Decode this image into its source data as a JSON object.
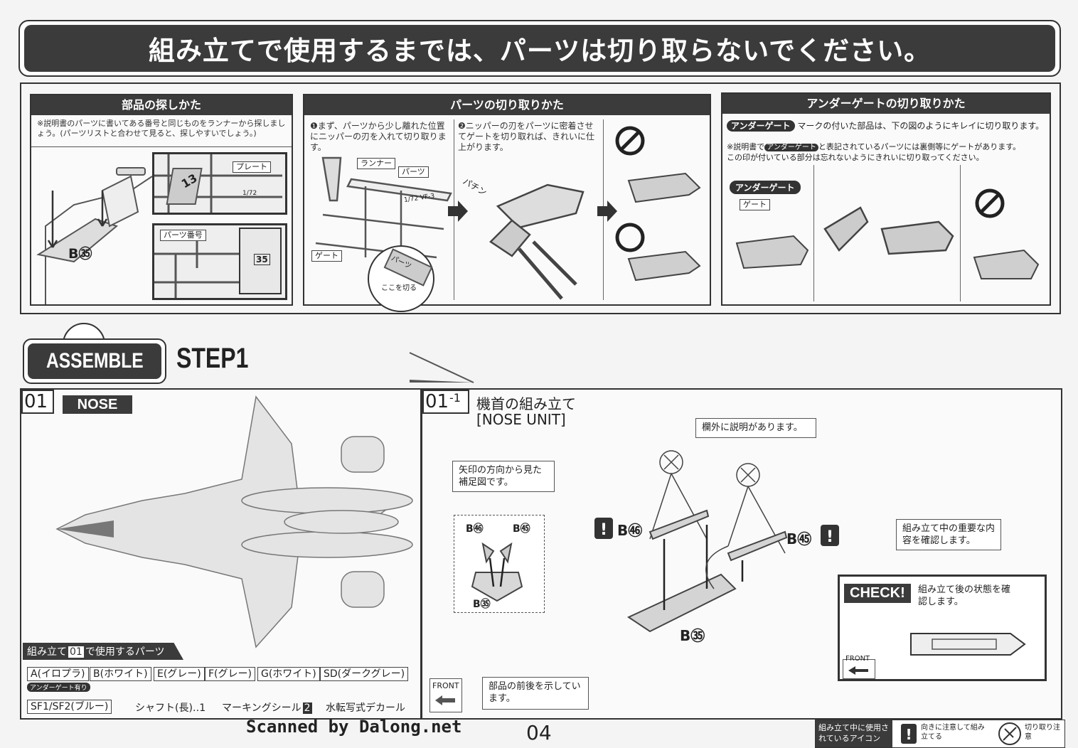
{
  "banner": {
    "text": "組み立てで使用するまでは、パーツは切り取らないでください。"
  },
  "panel1": {
    "title": "部品の探しかた",
    "desc": "※説明書のパーツに書いてある番号と同じものをランナーから探しましょう。(パーツリストと合わせて見ると、探しやすいでしょう。)",
    "label_plate": "プレート",
    "label_part_number": "パーツ番号",
    "part_code": "B㉟",
    "runner_number": "13",
    "runner_scale": "1/72",
    "part_number_mark": "35"
  },
  "panel2": {
    "title": "パーツの切り取りかた",
    "step1": "❶まず、パーツから少し離れた位置にニッパーの刃を入れて切り取ります。",
    "step2": "❷ニッパーの刃をパーツに密着させてゲートを切り取れば、きれいに仕上がります。",
    "label_runner": "ランナー",
    "label_parts": "パーツ",
    "label_gate": "ゲート",
    "label_cut_here": "ここを切る",
    "label_parts_inner": "パーツ",
    "runner_scale": "1/72 VF-3",
    "snap": "パチン"
  },
  "panel3": {
    "title": "アンダーゲートの切り取りかた",
    "line1_badge": "アンダーゲート",
    "line1_text": "マークの付いた部品は、下の図のようにキレイに切り取ります。",
    "line2_prefix": "※説明書で",
    "line2_badge": "アンダーゲート",
    "line2_text": "と表記されているパーツには裏側等にゲートがあります。",
    "line3": "この印が付いている部分は忘れないようにきれいに切り取ってください。",
    "badge_under_gate": "アンダーゲート",
    "label_gate": "ゲート"
  },
  "assemble": {
    "badge": "ASSEMBLE",
    "step": "STEP1"
  },
  "section01": {
    "num": "01",
    "name": "NOSE",
    "parts_header": "組み立て",
    "parts_header_num": "01",
    "parts_header_suffix": "で使用するパーツ",
    "parts": [
      "A(イロプラ)",
      "B(ホワイト)",
      "E(グレー)",
      "F(グレー)",
      "G(ホワイト)",
      "SD(ダークグレー)"
    ],
    "under_gate_note": "アンダーゲート有り",
    "parts2": [
      "SF1/SF2(ブルー)"
    ],
    "shaft": "シャフト(長)‥1",
    "marking": "マーキングシール",
    "marking_num": "2",
    "decal": "水転写式デカール"
  },
  "section011": {
    "num": "01",
    "sub": "-1",
    "title_jp": "機首の組み立て",
    "title_en": "[NOSE UNIT]",
    "note_outside": "欄外に説明があります。",
    "note_arrow": "矢印の方向から見た補足図です。",
    "note_important": "組み立て中の重要な内容を確認します。",
    "check_badge": "CHECK!",
    "check_text": "組み立て後の状態を確認します。",
    "note_front": "部品の前後を示しています。",
    "front_label": "FRONT",
    "parts": {
      "b46a": "B㊻",
      "b45a": "B㊺",
      "b35a": "B㉟",
      "b46": "B㊻",
      "b45": "B㊺",
      "b35": "B㉟"
    },
    "alert": "!"
  },
  "footer": {
    "scanned": "Scanned by Dalong.net",
    "page": "04",
    "legend_title": "組み立て中に使用されているアイコン",
    "legend_caution": "向きに注意して組み立てる",
    "legend_cut": "切り取り注意"
  }
}
